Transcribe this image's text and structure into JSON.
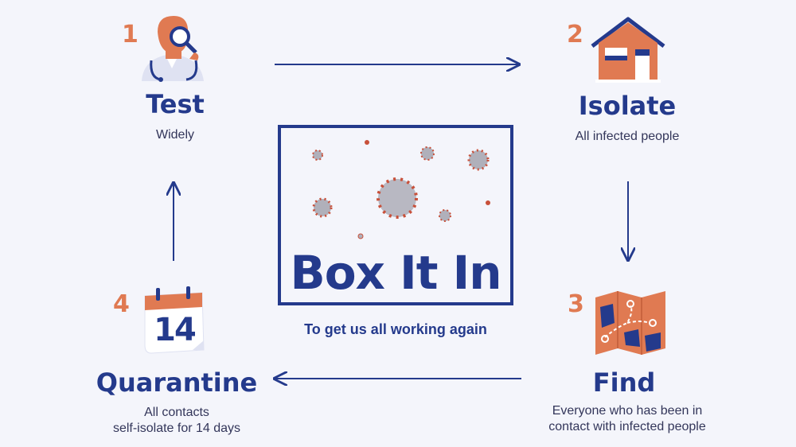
{
  "center": {
    "headline": "Box It In",
    "tagline": "To get us all working again"
  },
  "steps": [
    {
      "number": "1",
      "title": "Test",
      "subtitle": "Widely",
      "icon": "doctor-magnifier-icon"
    },
    {
      "number": "2",
      "title": "Isolate",
      "subtitle": "All infected people",
      "icon": "house-icon"
    },
    {
      "number": "3",
      "title": "Find",
      "subtitle_line1": "Everyone who has been in",
      "subtitle_line2": "contact with infected people",
      "icon": "map-icon"
    },
    {
      "number": "4",
      "title": "Quarantine",
      "subtitle_line1": "All contacts",
      "subtitle_line2": "self-isolate for 14 days",
      "icon": "calendar-icon",
      "calendar_day": "14"
    }
  ],
  "colors": {
    "navy": "#243a8c",
    "orange": "#e07a52",
    "background": "#f4f5fb"
  }
}
